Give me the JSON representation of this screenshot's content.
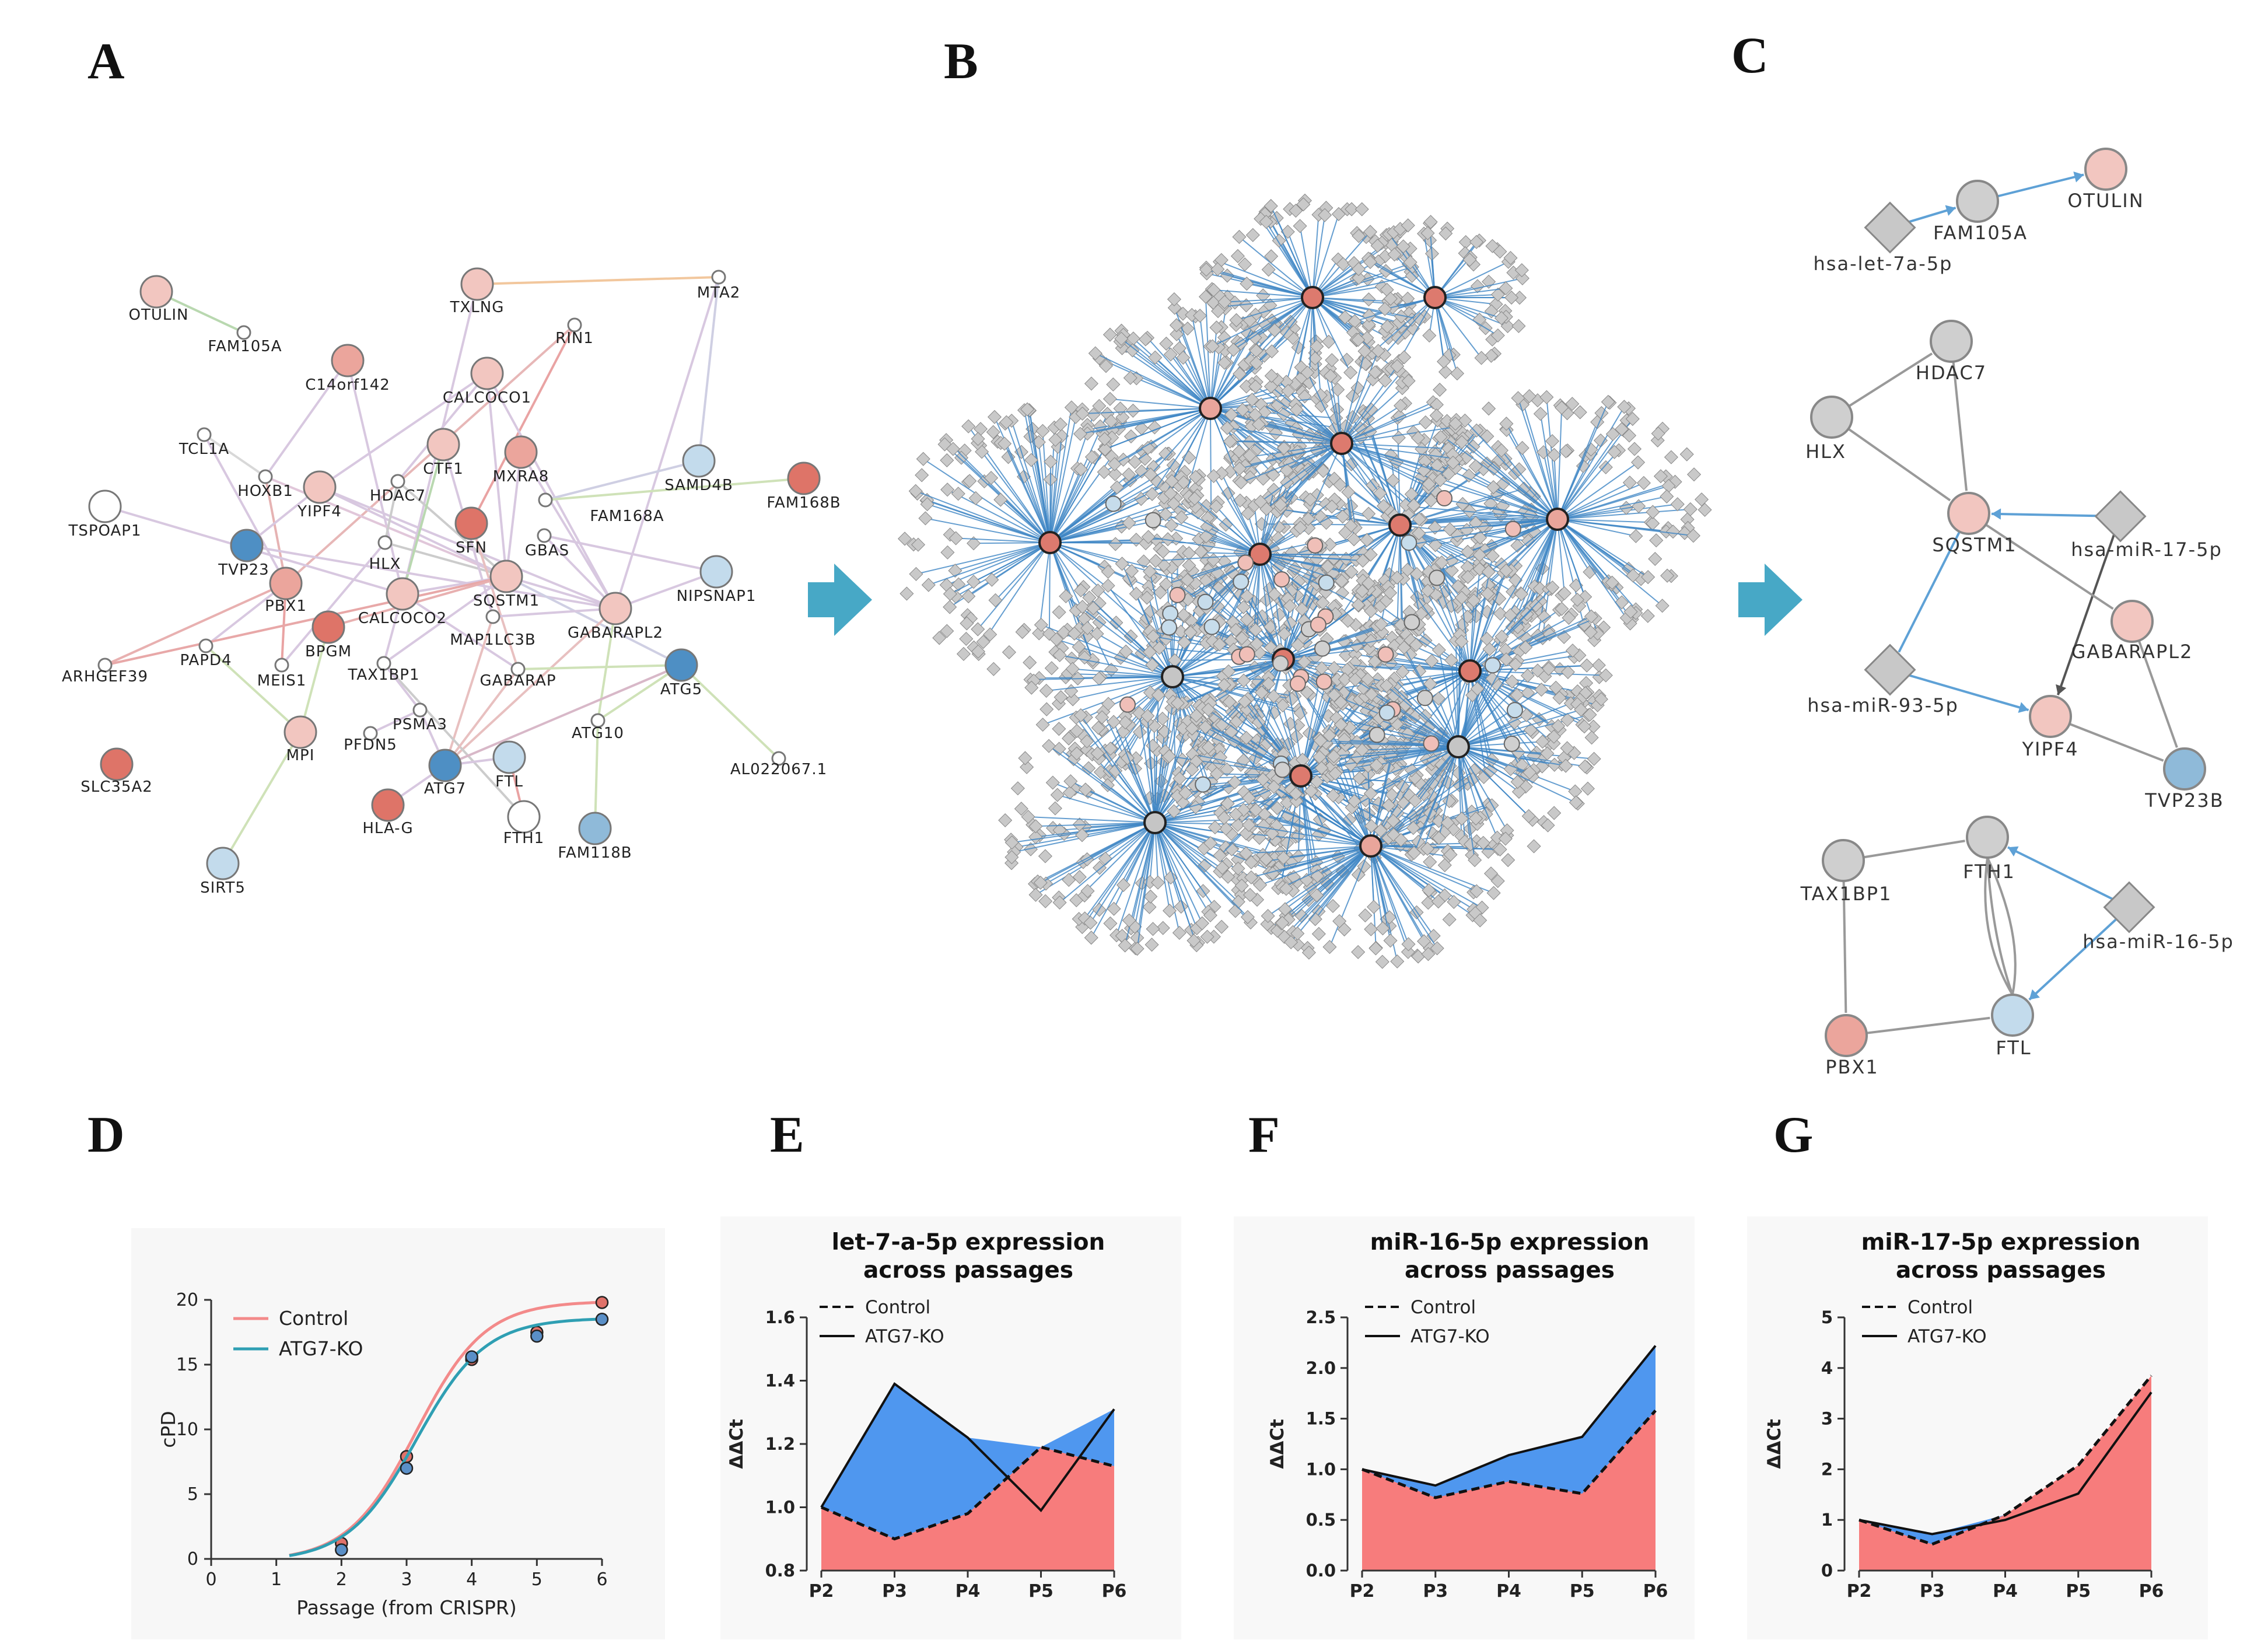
{
  "panels": {
    "a": "A",
    "b": "B",
    "c": "C",
    "d": "D",
    "e": "E",
    "f": "F",
    "g": "G"
  },
  "colors": {
    "red_strong": "#de7468",
    "red_mid": "#eba59c",
    "red_light": "#f2c6c0",
    "blue_strong": "#4e8fc4",
    "blue_mid": "#8fbad9",
    "blue_light": "#c3dbec",
    "grey_node": "#cfcfcf",
    "mirna_blue": "#8fbde0",
    "arrow": "#47a8c6",
    "area_red": "#f77c7c",
    "area_blue": "#4f97ef",
    "ctrl_line": "#f38a8a",
    "ko_line": "#2f9fb3"
  },
  "network_a": {
    "nodes": [
      {
        "id": "OTULIN",
        "label": "OTULIN",
        "color": "red_light"
      },
      {
        "id": "FAM105A",
        "label": "FAM105A",
        "color": "white"
      },
      {
        "id": "TXLNG",
        "label": "TXLNG",
        "color": "red_light"
      },
      {
        "id": "MTA2",
        "label": "MTA2",
        "color": "white"
      },
      {
        "id": "RIN1",
        "label": "RIN1",
        "color": "white"
      },
      {
        "id": "C14orf142",
        "label": "C14orf142",
        "color": "red_mid"
      },
      {
        "id": "CALCOCO1",
        "label": "CALCOCO1",
        "color": "red_light"
      },
      {
        "id": "TCL1A",
        "label": "TCL1A",
        "color": "white"
      },
      {
        "id": "CTF1",
        "label": "CTF1",
        "color": "red_light"
      },
      {
        "id": "MXRA8",
        "label": "MXRA8",
        "color": "red_mid"
      },
      {
        "id": "SAMD4B",
        "label": "SAMD4B",
        "color": "blue_light"
      },
      {
        "id": "FAM168B",
        "label": "FAM168B",
        "color": "red_strong"
      },
      {
        "id": "HOXB1",
        "label": "HOXB1",
        "color": "white"
      },
      {
        "id": "YIPF4",
        "label": "YIPF4",
        "color": "red_light"
      },
      {
        "id": "HDAC7",
        "label": "HDAC7",
        "color": "white"
      },
      {
        "id": "FAM168A",
        "label": "FAM168A",
        "color": "white"
      },
      {
        "id": "TSPOAP1",
        "label": "TSPOAP1",
        "color": "white"
      },
      {
        "id": "SFN",
        "label": "SFN",
        "color": "red_strong"
      },
      {
        "id": "GBAS",
        "label": "GBAS",
        "color": "white"
      },
      {
        "id": "TVP23",
        "label": "TVP23",
        "color": "blue_strong"
      },
      {
        "id": "HLX",
        "label": "HLX",
        "color": "white"
      },
      {
        "id": "NIPSNAP1",
        "label": "NIPSNAP1",
        "color": "blue_light"
      },
      {
        "id": "PBX1",
        "label": "PBX1",
        "color": "red_mid"
      },
      {
        "id": "SQSTM1",
        "label": "SQSTM1",
        "color": "red_light"
      },
      {
        "id": "CALCOCO2",
        "label": "CALCOCO2",
        "color": "red_light"
      },
      {
        "id": "BPGM",
        "label": "BPGM",
        "color": "red_strong"
      },
      {
        "id": "MAP1LC3B",
        "label": "MAP1LC3B",
        "color": "white"
      },
      {
        "id": "GABARAPL2",
        "label": "GABARAPL2",
        "color": "red_light"
      },
      {
        "id": "ARHGEF39",
        "label": "ARHGEF39",
        "color": "white"
      },
      {
        "id": "PAPD4",
        "label": "PAPD4",
        "color": "white"
      },
      {
        "id": "MEIS1",
        "label": "MEIS1",
        "color": "white"
      },
      {
        "id": "TAX1BP1",
        "label": "TAX1BP1",
        "color": "white"
      },
      {
        "id": "GABARAP",
        "label": "GABARAP",
        "color": "white"
      },
      {
        "id": "ATG5",
        "label": "ATG5",
        "color": "blue_strong"
      },
      {
        "id": "MPI",
        "label": "MPI",
        "color": "red_light"
      },
      {
        "id": "PSMA3",
        "label": "PSMA3",
        "color": "white"
      },
      {
        "id": "PFDN5",
        "label": "PFDN5",
        "color": "white"
      },
      {
        "id": "ATG10",
        "label": "ATG10",
        "color": "white"
      },
      {
        "id": "AL022067.1",
        "label": "AL022067.1",
        "color": "white"
      },
      {
        "id": "SLC35A2",
        "label": "SLC35A2",
        "color": "red_strong"
      },
      {
        "id": "ATG7",
        "label": "ATG7",
        "color": "blue_strong"
      },
      {
        "id": "FTL",
        "label": "FTL",
        "color": "blue_light"
      },
      {
        "id": "HLA-G",
        "label": "HLA-G",
        "color": "red_strong"
      },
      {
        "id": "FTH1",
        "label": "FTH1",
        "color": "white"
      },
      {
        "id": "FAM118B",
        "label": "FAM118B",
        "color": "blue_mid"
      },
      {
        "id": "SIRT5",
        "label": "SIRT5",
        "color": "blue_light"
      }
    ]
  },
  "network_c": {
    "nodes": [
      {
        "id": "OTULIN",
        "label": "OTULIN",
        "kind": "gene",
        "color": "red_light"
      },
      {
        "id": "FAM105A",
        "label": "FAM105A",
        "kind": "gene",
        "color": "grey_node"
      },
      {
        "id": "let7a",
        "label": "hsa-let-7a-5p",
        "kind": "mirna"
      },
      {
        "id": "HDAC7",
        "label": "HDAC7",
        "kind": "gene",
        "color": "grey_node"
      },
      {
        "id": "HLX",
        "label": "HLX",
        "kind": "gene",
        "color": "grey_node"
      },
      {
        "id": "SQSTM1",
        "label": "SQSTM1",
        "kind": "gene",
        "color": "red_light"
      },
      {
        "id": "mir17",
        "label": "hsa-miR-17-5p",
        "kind": "mirna"
      },
      {
        "id": "GABARAPL2",
        "label": "GABARAPL2",
        "kind": "gene",
        "color": "red_light"
      },
      {
        "id": "mir93",
        "label": "hsa-miR-93-5p",
        "kind": "mirna"
      },
      {
        "id": "YIPF4",
        "label": "YIPF4",
        "kind": "gene",
        "color": "red_light"
      },
      {
        "id": "TVP23B",
        "label": "TVP23B",
        "kind": "gene",
        "color": "blue_mid"
      },
      {
        "id": "TAX1BP1",
        "label": "TAX1BP1",
        "kind": "gene",
        "color": "grey_node"
      },
      {
        "id": "FTH1",
        "label": "FTH1",
        "kind": "gene",
        "color": "grey_node"
      },
      {
        "id": "mir16",
        "label": "hsa-miR-16-5p",
        "kind": "mirna"
      },
      {
        "id": "PBX1",
        "label": "PBX1",
        "kind": "gene",
        "color": "red_mid"
      },
      {
        "id": "FTL",
        "label": "FTL",
        "kind": "gene",
        "color": "blue_light"
      }
    ]
  },
  "chart_data": [
    {
      "panel": "D",
      "type": "line",
      "title": "",
      "xlabel": "Passage (from CRISPR)",
      "ylabel": "cPD",
      "xlim": [
        0,
        6
      ],
      "ylim": [
        0,
        20
      ],
      "xticks": [
        0,
        1,
        2,
        3,
        4,
        5,
        6
      ],
      "yticks": [
        0,
        5,
        10,
        15,
        20
      ],
      "series": [
        {
          "name": "Control",
          "color": "#f38a8a",
          "x": [
            2,
            3,
            4,
            5,
            6
          ],
          "y": [
            1.2,
            7.9,
            15.4,
            17.5,
            19.8
          ]
        },
        {
          "name": "ATG7-KO",
          "color": "#2f9fb3",
          "x": [
            2,
            3,
            4,
            5,
            6
          ],
          "y": [
            0.7,
            7.0,
            15.6,
            17.2,
            18.5
          ]
        }
      ],
      "legend": "top-left"
    },
    {
      "panel": "E",
      "type": "area",
      "title": "let-7-a-5p expression across passages",
      "xlabel": "",
      "ylabel": "ΔΔCt",
      "categories": [
        "P2",
        "P3",
        "P4",
        "P5",
        "P6"
      ],
      "ylim": [
        0.8,
        1.6
      ],
      "yticks": [
        "0.8",
        "1.0",
        "1.2",
        "1.4",
        "1.6"
      ],
      "series": [
        {
          "name": "Control",
          "style": "dashed",
          "values": [
            1.0,
            0.9,
            0.98,
            1.19,
            1.13
          ]
        },
        {
          "name": "ATG7-KO",
          "style": "solid",
          "values": [
            1.0,
            1.39,
            1.22,
            0.99,
            1.31
          ]
        }
      ],
      "legend": "top-left"
    },
    {
      "panel": "F",
      "type": "area",
      "title": "miR-16-5p expression across passages",
      "xlabel": "",
      "ylabel": "ΔΔCt",
      "categories": [
        "P2",
        "P3",
        "P4",
        "P5",
        "P6"
      ],
      "ylim": [
        0,
        2.5
      ],
      "yticks": [
        "0.0",
        "0.5",
        "1.0",
        "1.5",
        "2.0",
        "2.5"
      ],
      "series": [
        {
          "name": "Control",
          "style": "dashed",
          "values": [
            1.0,
            0.72,
            0.88,
            0.76,
            1.58
          ]
        },
        {
          "name": "ATG7-KO",
          "style": "solid",
          "values": [
            1.0,
            0.84,
            1.14,
            1.32,
            2.22
          ]
        }
      ],
      "legend": "top-left"
    },
    {
      "panel": "G",
      "type": "area",
      "title": "miR-17-5p expression across passages",
      "xlabel": "",
      "ylabel": "ΔΔCt",
      "categories": [
        "P2",
        "P3",
        "P4",
        "P5",
        "P6"
      ],
      "ylim": [
        0,
        5
      ],
      "yticks": [
        "0",
        "1",
        "2",
        "3",
        "4",
        "5"
      ],
      "series": [
        {
          "name": "Control",
          "style": "dashed",
          "values": [
            1.0,
            0.52,
            1.1,
            2.08,
            3.85
          ]
        },
        {
          "name": "ATG7-KO",
          "style": "solid",
          "values": [
            1.0,
            0.72,
            1.0,
            1.52,
            3.52
          ]
        }
      ],
      "legend": "top-left"
    }
  ]
}
